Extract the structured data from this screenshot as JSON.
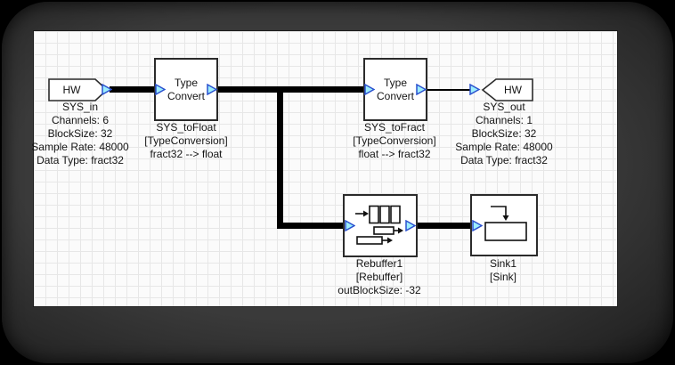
{
  "colors": {
    "wire": "#000000",
    "grid": "#e7e7e7",
    "canvas_bg": "#fbfbfb",
    "text": "#151515",
    "block_border": "#2b2b2b",
    "port_border": "#2a50cf",
    "port_fill": "#9deefc"
  },
  "icons": {
    "rebuffer": "rebuffer-restructure-icon",
    "sink": "sink-arrow-into-register-icon",
    "port": "port-arrow-icon",
    "hw_in_shape": "hw-input-pentagon-icon",
    "hw_out_shape": "hw-output-pentagon-icon"
  },
  "blocks": {
    "sys_in": {
      "shape_text": "HW",
      "label_lines": [
        "SYS_in",
        "Channels: 6",
        "BlockSize: 32",
        "Sample Rate: 48000",
        "Data Type: fract32"
      ]
    },
    "sys_tofloat": {
      "title_lines": [
        "Type",
        "Convert"
      ],
      "label_lines": [
        "SYS_toFloat",
        "[TypeConversion]",
        "fract32 --> float"
      ]
    },
    "sys_tofract": {
      "title_lines": [
        "Type",
        "Convert"
      ],
      "label_lines": [
        "SYS_toFract",
        "[TypeConversion]",
        "float --> fract32"
      ]
    },
    "sys_out": {
      "shape_text": "HW",
      "label_lines": [
        "SYS_out",
        "Channels: 1",
        "BlockSize: 32",
        "Sample Rate: 48000",
        "Data Type: fract32"
      ]
    },
    "rebuffer1": {
      "label_lines": [
        "Rebuffer1",
        "[Rebuffer]",
        "outBlockSize: -32"
      ]
    },
    "sink1": {
      "label_lines": [
        "Sink1",
        "[Sink]"
      ]
    }
  }
}
